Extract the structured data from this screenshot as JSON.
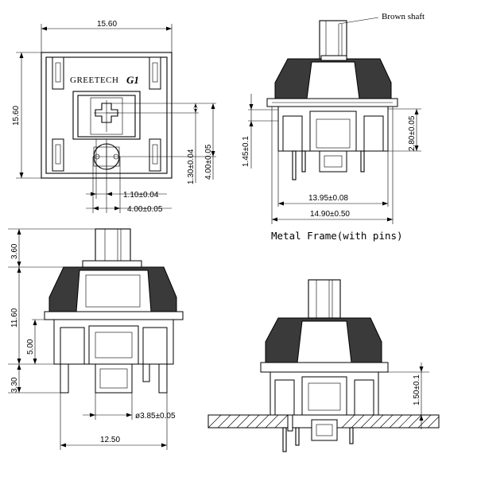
{
  "labels": {
    "brand_text": "GREETECH",
    "brand_logo": "G1",
    "brown_shaft": "Brown shaft",
    "metal_frame": "Metal Frame(with pins)"
  },
  "dims": {
    "top_width": "15.60",
    "top_height": "15.60",
    "stem_offset_y": "1.30±0.04",
    "stem_height": "4.00±0.05",
    "stem_offset_x": "1.10±0.04",
    "stem_width": "4.00±0.05",
    "housing_step": "1.45±0.1",
    "plate_gap": "2.80±0.05",
    "housing_width": "13.95±0.08",
    "frame_width": "14.90±0.50",
    "stem_above": "3.60",
    "body_height": "11.60",
    "lower_height": "5.00",
    "pin_length": "3.30",
    "pin_diameter": "ø3.85±0.05",
    "pin_span": "12.50",
    "plate_thickness": "1.50±0.1"
  }
}
